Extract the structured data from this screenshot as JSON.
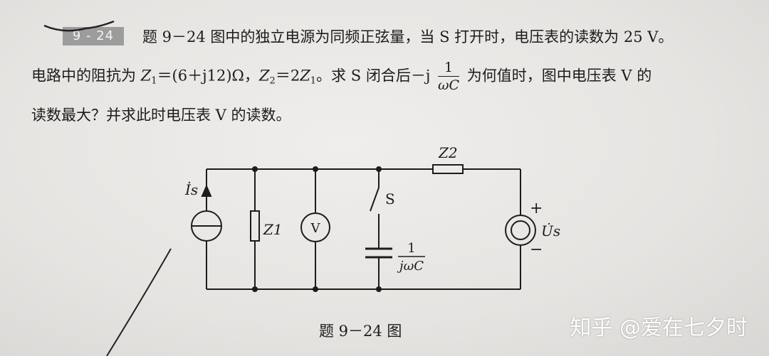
{
  "question": {
    "number": "9 - 24",
    "line1": "题 9－24 图中的独立电源为同频正弦量，当 S 打开时，电压表的读数为 25 V。",
    "line2_a": "电路中的阻抗为 ",
    "line2_z1": "Z",
    "line2_b": "＝(6＋j12)Ω，",
    "line2_z2": "Z",
    "line2_c": "＝2",
    "line2_z1b": "Z",
    "line2_d": "。求 S 闭合后－j ",
    "frac_num": "1",
    "frac_den": "ωC",
    "line2_e": " 为何值时，图中电压表 V 的",
    "line3": "读数最大？并求此时电压表 V 的读数。",
    "sub1": "1",
    "sub2": "2"
  },
  "circuit": {
    "label_is": "İs",
    "label_z1": "Z1",
    "label_v": "V",
    "label_s": "S",
    "label_z2": "Z2",
    "label_us": "U̇s",
    "label_plus": "+",
    "label_minus": "−",
    "label_cap_num": "1",
    "label_cap_den": "jωC"
  },
  "caption": "题 9－24 图",
  "watermark": "知乎 @爱在七夕时"
}
